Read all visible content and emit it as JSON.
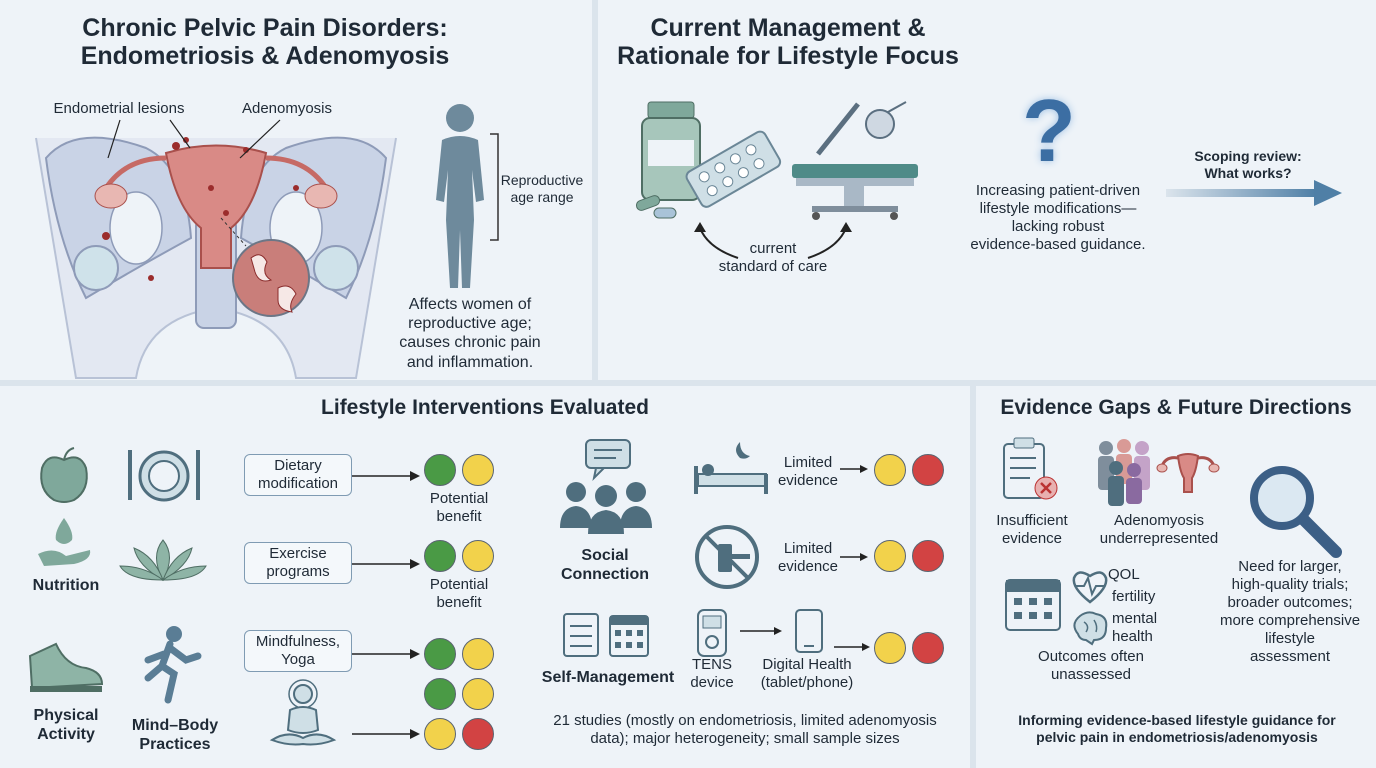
{
  "panel1": {
    "title_line1": "Chronic Pelvic Pain Disorders:",
    "title_line2": "Endometriosis & Adenomyosis",
    "label_lesions": "Endometrial lesions",
    "label_adenomyosis": "Adenomyosis",
    "label_age_line1": "Reproductive",
    "label_age_line2": "age range",
    "caption_line1": "Affects women of",
    "caption_line2": "reproductive age;",
    "caption_line3": "causes chronic pain",
    "caption_line4": "and inflammation."
  },
  "panel2": {
    "title_line1": "Current Management &",
    "title_line2": "Rationale for Lifestyle Focus",
    "standard_line1": "current",
    "standard_line2": "standard of care",
    "question_text_line1": "Increasing patient-driven",
    "question_text_line2": "lifestyle modifications—",
    "question_text_line3": "lacking robust",
    "question_text_line4": "evidence-based guidance.",
    "scoping_line1": "Scoping review:",
    "scoping_line2": "What works?"
  },
  "panel3": {
    "title": "Lifestyle Interventions Evaluated",
    "nutrition": "Nutrition",
    "physical_line1": "Physical",
    "physical_line2": "Activity",
    "mindbody_line1": "Mind–Body",
    "mindbody_line2": "Practices",
    "dietary_line1": "Dietary",
    "dietary_line2": "modification",
    "exercise_line1": "Exercise",
    "exercise_line2": "programs",
    "mindfulness_line1": "Mindfulness,",
    "mindfulness_line2": "Yoga",
    "potential_line1": "Potential",
    "potential_line2": "benefit",
    "social_line1": "Social",
    "social_line2": "Connection",
    "self_management": "Self-Management",
    "limited_line1": "Limited",
    "limited_line2": "evidence",
    "tens_line1": "TENS",
    "tens_line2": "device",
    "digital_line1": "Digital Health",
    "digital_line2": "(tablet/phone)",
    "footer_line1": "21 studies (mostly on endometriosis, limited adenomyosis",
    "footer_line2": "data); major heterogeneity; small sample sizes"
  },
  "panel4": {
    "title": "Evidence Gaps & Future Directions",
    "insufficient_line1": "Insufficient",
    "insufficient_line2": "evidence",
    "adeno_line1": "Adenomyosis",
    "adeno_line2": "underrepresented",
    "qol": "QOL",
    "fertility": "fertility",
    "mental_line1": "mental",
    "mental_line2": "health",
    "outcomes_line1": "Outcomes often",
    "outcomes_line2": "unassessed",
    "need_line1": "Need for larger,",
    "need_line2": "high-quality trials;",
    "need_line3": "broader outcomes;",
    "need_line4": "more comprehensive",
    "need_line5": "lifestyle",
    "need_line6": "assessment",
    "footer_line1": "Informing evidence-based lifestyle guidance for",
    "footer_line2": "pelvic pain in endometriosis/adenomyosis"
  },
  "colors": {
    "green": "#4a9a45",
    "yellow": "#f2d24b",
    "red": "#d24343",
    "icon_blue": "#5a7d95",
    "pelvis": "#c9d3e6",
    "uterus": "#d98a86"
  }
}
